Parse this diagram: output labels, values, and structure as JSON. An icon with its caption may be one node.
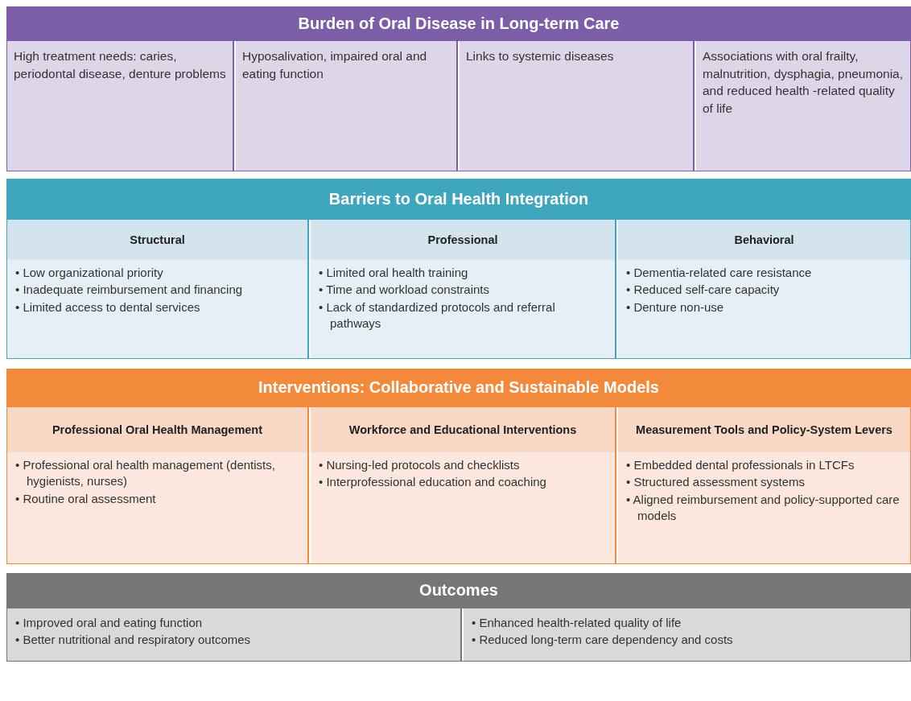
{
  "diagram": {
    "nodes": [
      {
        "text": [
          "Burden of Oral Disease in Long-term Care"
        ]
      },
      {
        "text": [
          "High treatment needs: caries, periodontal disease, denture problems"
        ],
        "in": 0
      },
      {
        "text": [
          "Hyposalivation, impaired oral and eating function"
        ],
        "in": 0
      },
      {
        "text": [
          "Links to systemic diseases"
        ],
        "in": 0
      },
      {
        "text": [
          "Associations with oral frailty, malnutrition, dysphagia, pneumonia, and reduced health -related quality of life"
        ],
        "in": 0
      },
      {
        "text": [
          "Barriers to Oral Health Integration"
        ]
      },
      {
        "text": [
          "Structural",
          "• Low organizational priority",
          "• Inadequate reimbursement and financing",
          "• Limited access to dental services"
        ],
        "in": 5
      },
      {
        "text": [
          "Professional",
          "• Limited oral health training",
          "• Time and workload constraints",
          "• Lack of standardized protocols and referral pathways"
        ],
        "in": 5
      },
      {
        "text": [
          "Behavioral",
          "• Dementia-related care resistance",
          "• Reduced self-care capacity",
          "• Denture non-use"
        ],
        "in": 5
      },
      {
        "text": [
          "Interventions: Collaborative and Sustainable Models"
        ]
      },
      {
        "text": [
          "Professional Oral Health Management",
          "• Professional oral health management (dentists, hygienists, nurses)",
          "• Routine oral assessment"
        ],
        "in": 9
      },
      {
        "text": [
          "Workforce and Educational Interventions",
          "• Nursing-led protocols and checklists",
          "• Interprofessional education and coaching"
        ],
        "in": 9
      },
      {
        "text": [
          "Measurement Tools and Policy-System Levers",
          "• Embedded dental professionals in LTCFs",
          "• Structured assessment systems",
          "• Aligned reimbursement and policy-supported care models"
        ],
        "in": 9
      },
      {
        "text": [
          "Outcomes"
        ]
      },
      {
        "text": [
          "• Improved oral and eating function",
          "• Better nutritional and respiratory outcomes"
        ],
        "in": 13
      },
      {
        "text": [
          "• Enhanced health-related quality of life",
          "• Reduced long-term care dependency and costs"
        ],
        "in": 13
      }
    ]
  }
}
